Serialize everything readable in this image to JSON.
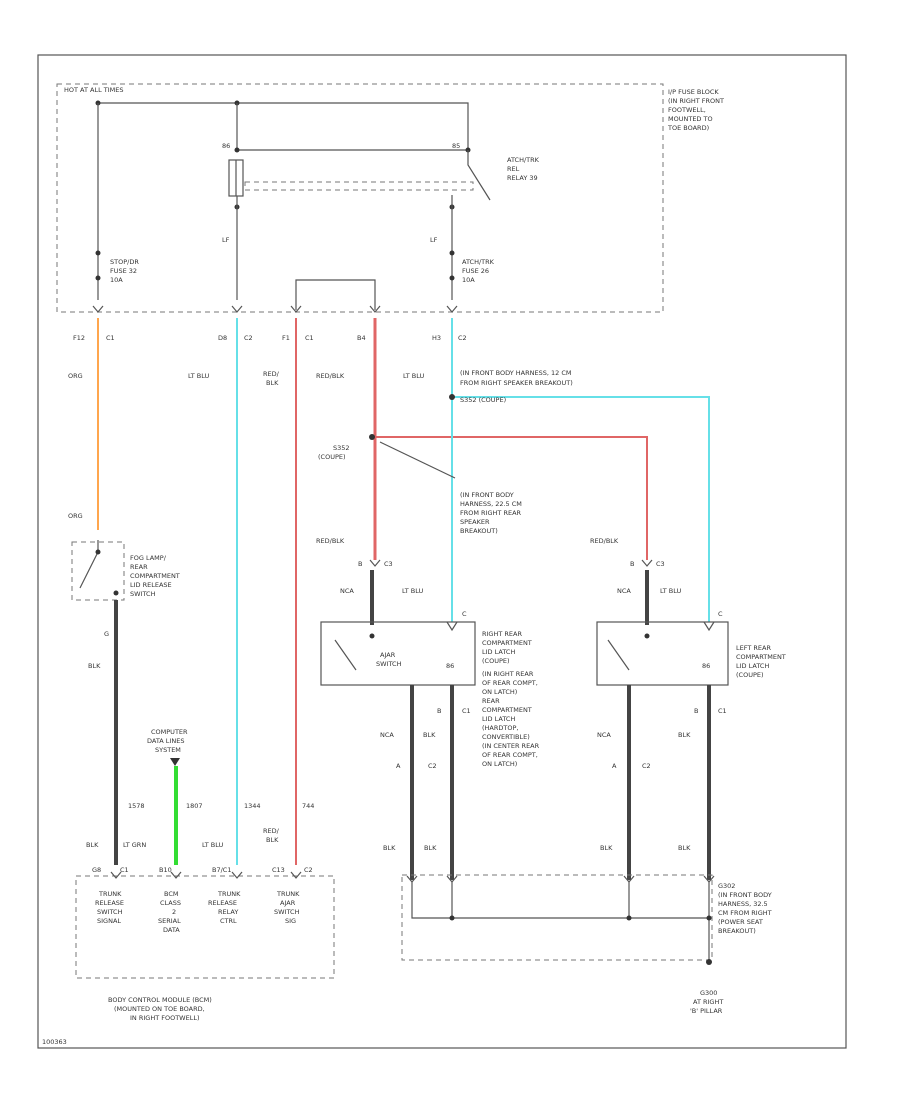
{
  "colors": {
    "orange": "#ffa64d",
    "light_blue": "#66e0e8",
    "red": "#e06666",
    "green": "#33dd33",
    "black": "#444444"
  },
  "fuse_block": {
    "hot_label": "HOT AT ALL TIMES",
    "desc": [
      "I/P FUSE BLOCK",
      "(IN RIGHT FRONT",
      "FOOTWELL,",
      "MOUNTED TO",
      "TOE BOARD)"
    ],
    "relay_desc": [
      "ATCH/TRK",
      "REL",
      "RELAY 39"
    ],
    "fuse_left": [
      "STOP/DR",
      "FUSE 32",
      "10A"
    ],
    "fuse_right": [
      "ATCH/TRK",
      "FUSE 26",
      "10A"
    ],
    "relay_pin_left": "86",
    "relay_pin_right": "85",
    "wire_lf_left": "LF",
    "wire_lf_right": "LF"
  },
  "connectors": {
    "f12": "F12",
    "f12_c": "C1",
    "d8": "D8",
    "d8_c": "C2",
    "f1": "F1",
    "f1_c": "C1",
    "b4": "B4",
    "h3": "H3",
    "h3_c": "C2"
  },
  "wires": {
    "org": "ORG",
    "org2": "ORG",
    "lt_blu_1": "LT BLU",
    "red_blk_1": "RED/",
    "red_blk_1b": "BLK",
    "red_blk_2": "RED/BLK",
    "lt_blu_2": "LT BLU",
    "red_blk_3": "RED/BLK",
    "red_blk_4": "RED/BLK",
    "lt_blu_3": "LT BLU",
    "lt_blu_4": "LT BLU",
    "nca_1": "NCA",
    "nca_2": "NCA",
    "nca_3": "NCA",
    "nca_4": "NCA",
    "blk_1": "BLK",
    "blk_2": "BLK",
    "blk_3": "BLK",
    "blk_4": "BLK",
    "blk_5": "BLK",
    "blk_6": "BLK",
    "blk_7": "BLK",
    "blk_8": "BLK",
    "blk_9": "BLK",
    "blk_10": "BLK",
    "lt_grn": "LT GRN",
    "lt_blu_5": "LT BLU",
    "red_blk_5": "RED/",
    "red_blk_5b": "BLK",
    "circuit_1578": "1578",
    "circuit_1807": "1807",
    "circuit_1344": "1344",
    "circuit_744": "744"
  },
  "splices": {
    "s352": [
      "S352",
      "(COUPE)"
    ],
    "s352_note": [
      "(IN FRONT BODY",
      "HARNESS, 22.5 CM",
      "FROM RIGHT REAR",
      "SPEAKER",
      "BREAKOUT)"
    ],
    "s35x": "S352 (COUPE)",
    "s35x_note": [
      "(IN FRONT BODY HARNESS, 12 CM",
      "FROM RIGHT SPEAKER BREAKOUT)"
    ],
    "g302": [
      "G302",
      "(IN FRONT BODY",
      "HARNESS, 32.5",
      "CM FROM RIGHT",
      "(POWER SEAT",
      "BREAKOUT)"
    ],
    "g300": [
      "G300",
      "AT RIGHT",
      "'B' PILLAR"
    ]
  },
  "components": {
    "foglamp_switch": [
      "FOG LAMP/",
      "REAR",
      "COMPARTMENT",
      "LID RELEASE",
      "SWITCH"
    ],
    "ajar_switch": [
      "AJAR",
      "SWITCH"
    ],
    "right_latch": [
      "RIGHT REAR",
      "COMPARTMENT",
      "LID LATCH",
      "(COUPE)"
    ],
    "right_latch_note": [
      "(IN RIGHT REAR",
      "OF REAR COMPT,",
      "ON LATCH)",
      "REAR",
      "COMPARTMENT",
      "LID LATCH",
      "(HARDTOP,",
      "CONVERTIBLE)",
      "(IN CENTER REAR",
      "OF REAR COMPT,",
      "ON LATCH)"
    ],
    "left_latch": [
      "LEFT REAR",
      "COMPARTMENT",
      "LID LATCH",
      "(COUPE)"
    ],
    "computer_lines": [
      "COMPUTER",
      "DATA LINES",
      "SYSTEM"
    ],
    "c3_left": "C3",
    "c3_right": "C3",
    "pin_b_left": "B",
    "pin_b_right": "B",
    "pin_c_left": "C",
    "pin_c_right": "C",
    "c1_left": "C1",
    "c1_right": "C1",
    "c2_left": "C2",
    "c2_right": "C2",
    "pin_a_left": "A",
    "pin_a_right": "A",
    "pin_b2_left": "B",
    "pin_b2_right": "B",
    "pin_86_left": "86",
    "pin_86_right": "86",
    "pin_g": "G"
  },
  "bcm": {
    "pins": [
      "G8",
      "C1",
      "B10",
      "B7/C1",
      "C13",
      "C2"
    ],
    "col1": [
      "TRUNK",
      "RELEASE",
      "SWITCH",
      "SIGNAL"
    ],
    "col2": [
      "BCM",
      "CLASS",
      "2",
      "SERIAL",
      "DATA"
    ],
    "col3": [
      "TRUNK",
      "RELEASE",
      "RELAY",
      "CTRL"
    ],
    "col4": [
      "TRUNK",
      "AJAR",
      "SWITCH",
      "SIG"
    ],
    "desc": [
      "BODY CONTROL MODULE (BCM)",
      "(MOUNTED ON TOE BOARD,",
      "IN RIGHT FOOTWELL)"
    ]
  },
  "footer_code": "100363"
}
